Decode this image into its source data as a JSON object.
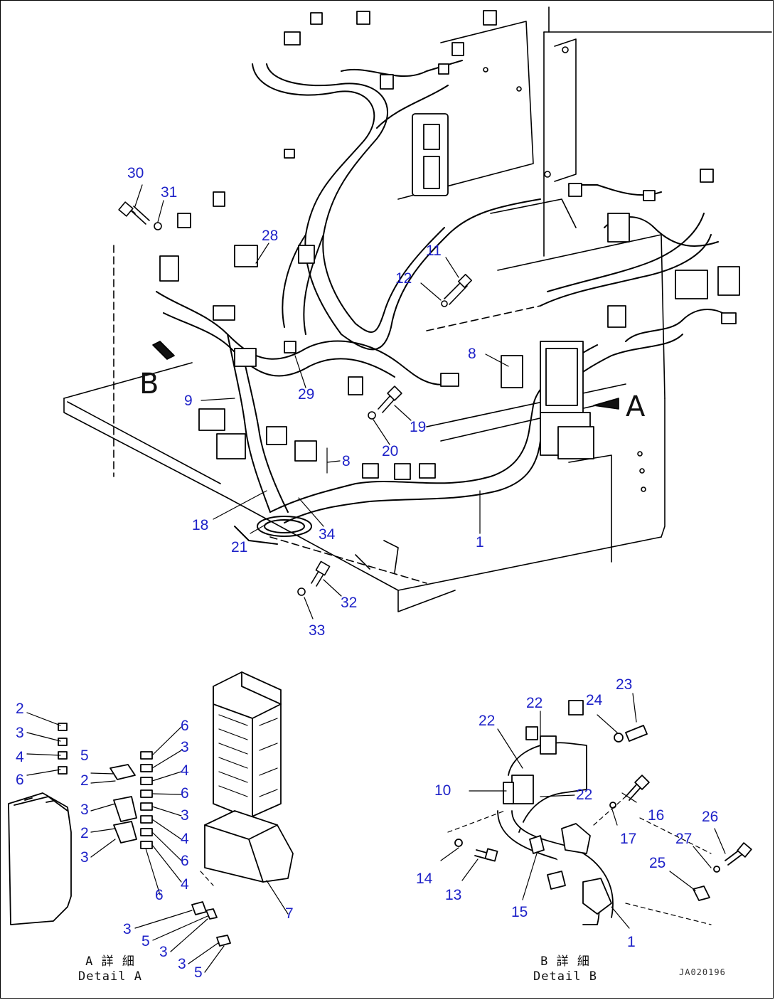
{
  "diagram": {
    "drawing_code": "JA020196",
    "view_letters": [
      "A",
      "B"
    ],
    "callouts_main": [
      "30",
      "31",
      "28",
      "11",
      "12",
      "8",
      "9",
      "29",
      "19",
      "20",
      "8",
      "18",
      "21",
      "34",
      "1",
      "32",
      "33"
    ],
    "detail_a": {
      "caption_jp": "A 詳 細",
      "caption_en": "Detail A",
      "left_column": [
        "2",
        "3",
        "4",
        "6"
      ],
      "mid_column": [
        "5",
        "2",
        "3",
        "2",
        "3"
      ],
      "right_column": [
        "6",
        "3",
        "4",
        "6",
        "3",
        "4",
        "6",
        "4"
      ],
      "bottom": [
        "6",
        "7",
        "3",
        "5",
        "3",
        "3",
        "5"
      ]
    },
    "detail_b": {
      "caption_jp": "B 詳 細",
      "caption_en": "Detail B",
      "labels": [
        "22",
        "24",
        "23",
        "22",
        "10",
        "22",
        "16",
        "17",
        "14",
        "13",
        "15",
        "27",
        "26",
        "25",
        "1"
      ]
    }
  },
  "colors": {
    "callout": "#1e22c8",
    "line": "#000000",
    "background": "#ffffff"
  }
}
